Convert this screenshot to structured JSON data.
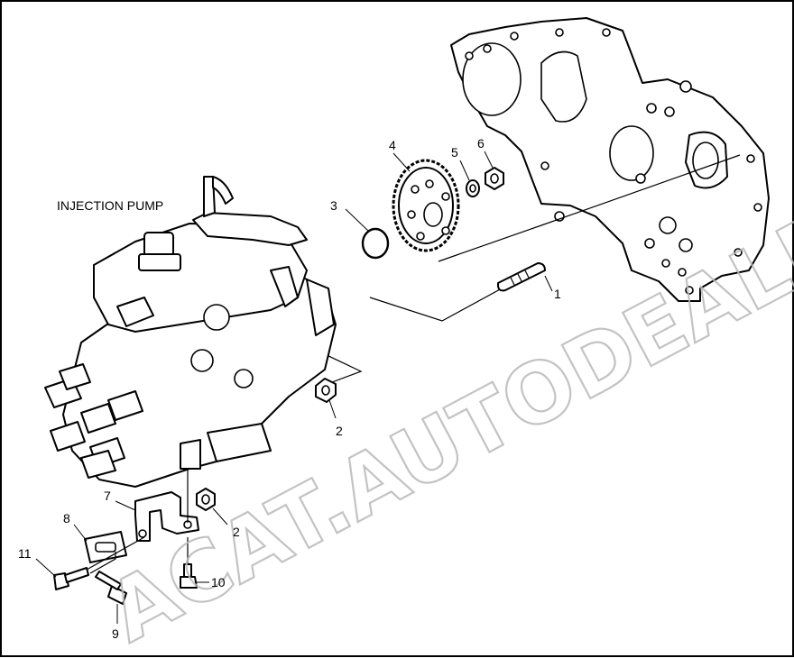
{
  "diagram": {
    "title": "INJECTION PUMP",
    "watermark": "ACAT.AUTODEALER.RU",
    "callouts": [
      {
        "id": "c1",
        "label": "1"
      },
      {
        "id": "c2a",
        "label": "2"
      },
      {
        "id": "c2b",
        "label": "2"
      },
      {
        "id": "c3",
        "label": "3"
      },
      {
        "id": "c4",
        "label": "4"
      },
      {
        "id": "c5",
        "label": "5"
      },
      {
        "id": "c6",
        "label": "6"
      },
      {
        "id": "c7",
        "label": "7"
      },
      {
        "id": "c8",
        "label": "8"
      },
      {
        "id": "c9",
        "label": "9"
      },
      {
        "id": "c10",
        "label": "10"
      },
      {
        "id": "c11",
        "label": "11"
      }
    ]
  }
}
